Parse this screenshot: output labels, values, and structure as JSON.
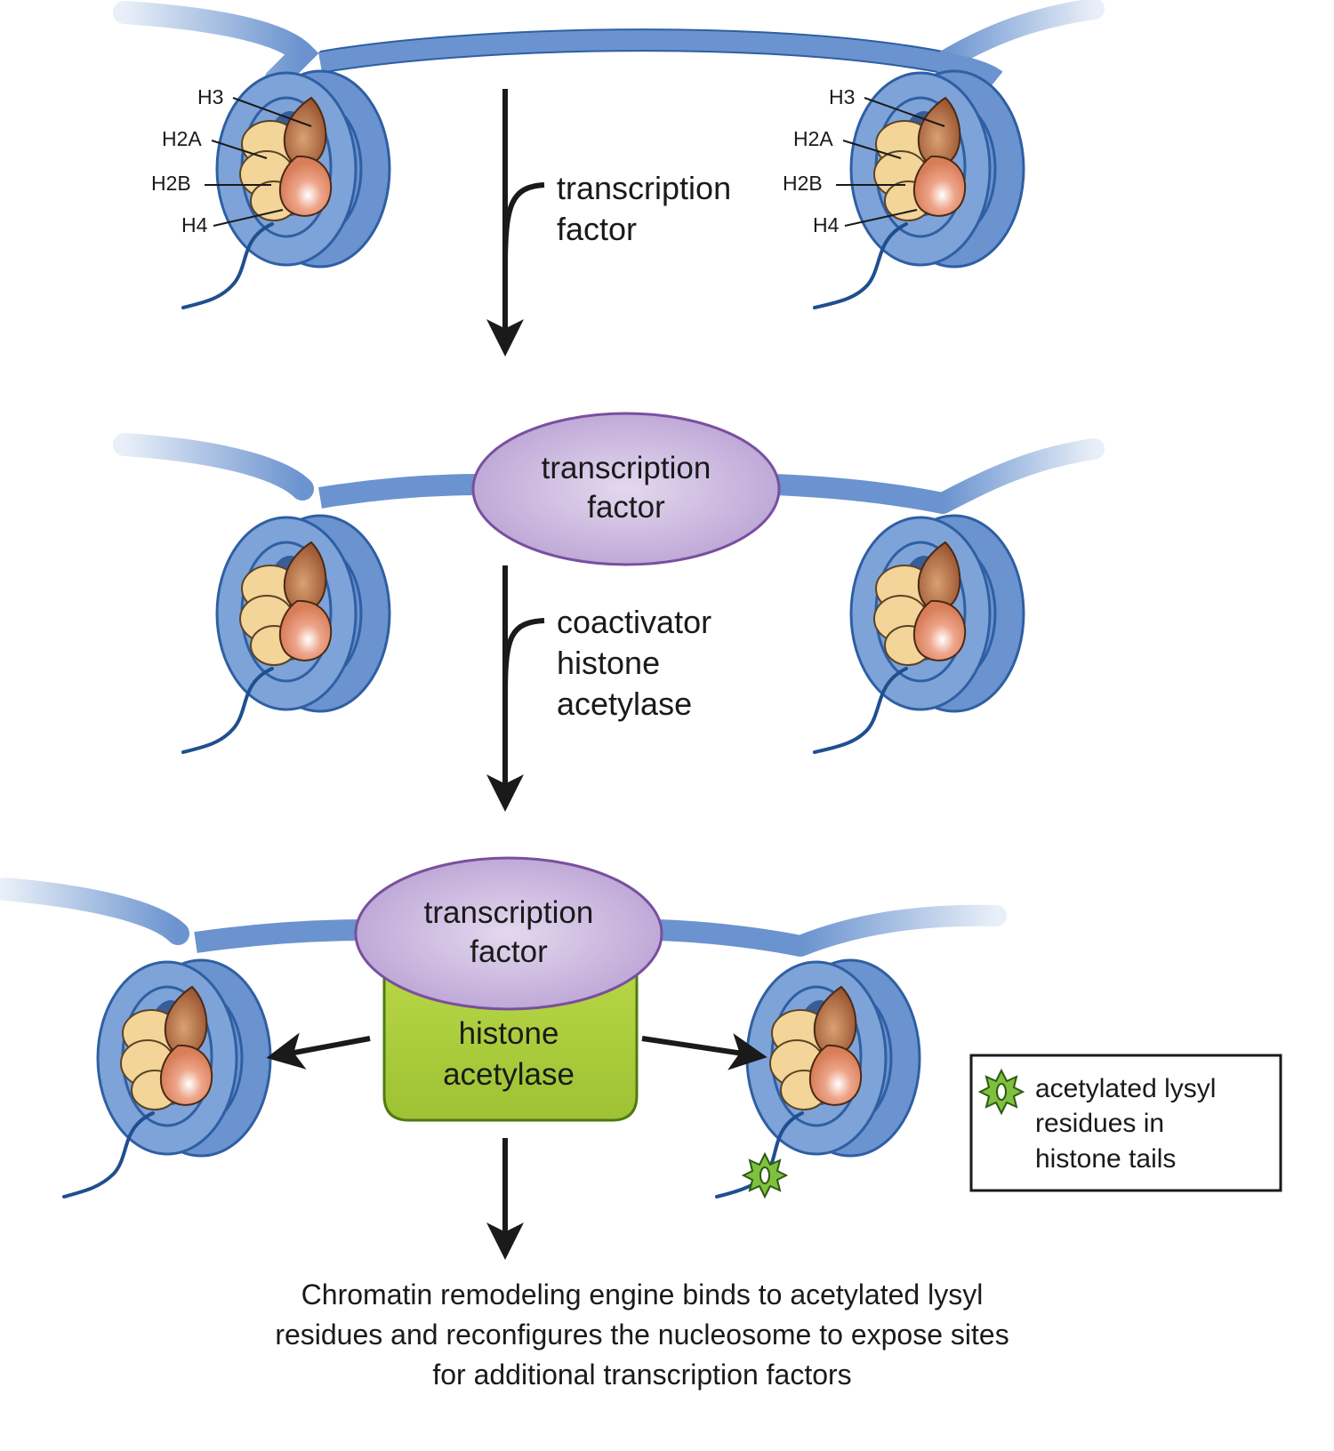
{
  "histone_labels": {
    "h3": "H3",
    "h2a": "H2A",
    "h2b": "H2B",
    "h4": "H4"
  },
  "steps": {
    "step1": [
      "transcription",
      "factor"
    ],
    "step2": [
      "coactivator",
      "histone",
      "acetylase"
    ]
  },
  "complexes": {
    "tf_line1": "transcription",
    "tf_line2": "factor",
    "hat_line1": "histone",
    "hat_line2": "acetylase"
  },
  "legend": {
    "lines": [
      "acetylated lysyl",
      "residues in",
      "histone tails"
    ],
    "icon": "acetyl-star-icon"
  },
  "caption": [
    "Chromatin remodeling engine binds to acetylated lysyl",
    "residues and reconfigures the nucleosome to expose sites",
    "for additional transcription factors"
  ],
  "colors": {
    "dna": "#6a93cf",
    "dna_dark": "#2f5fa3",
    "h2a_h2b": "#f3d499",
    "h3": "#a9643a",
    "h4": "#e08f6b",
    "tail": "#1f4f8f",
    "transcription_factor": "#c6b2dc",
    "histone_acetylase": "#a8cb3a",
    "acetyl_marker": "#7fc03e"
  }
}
